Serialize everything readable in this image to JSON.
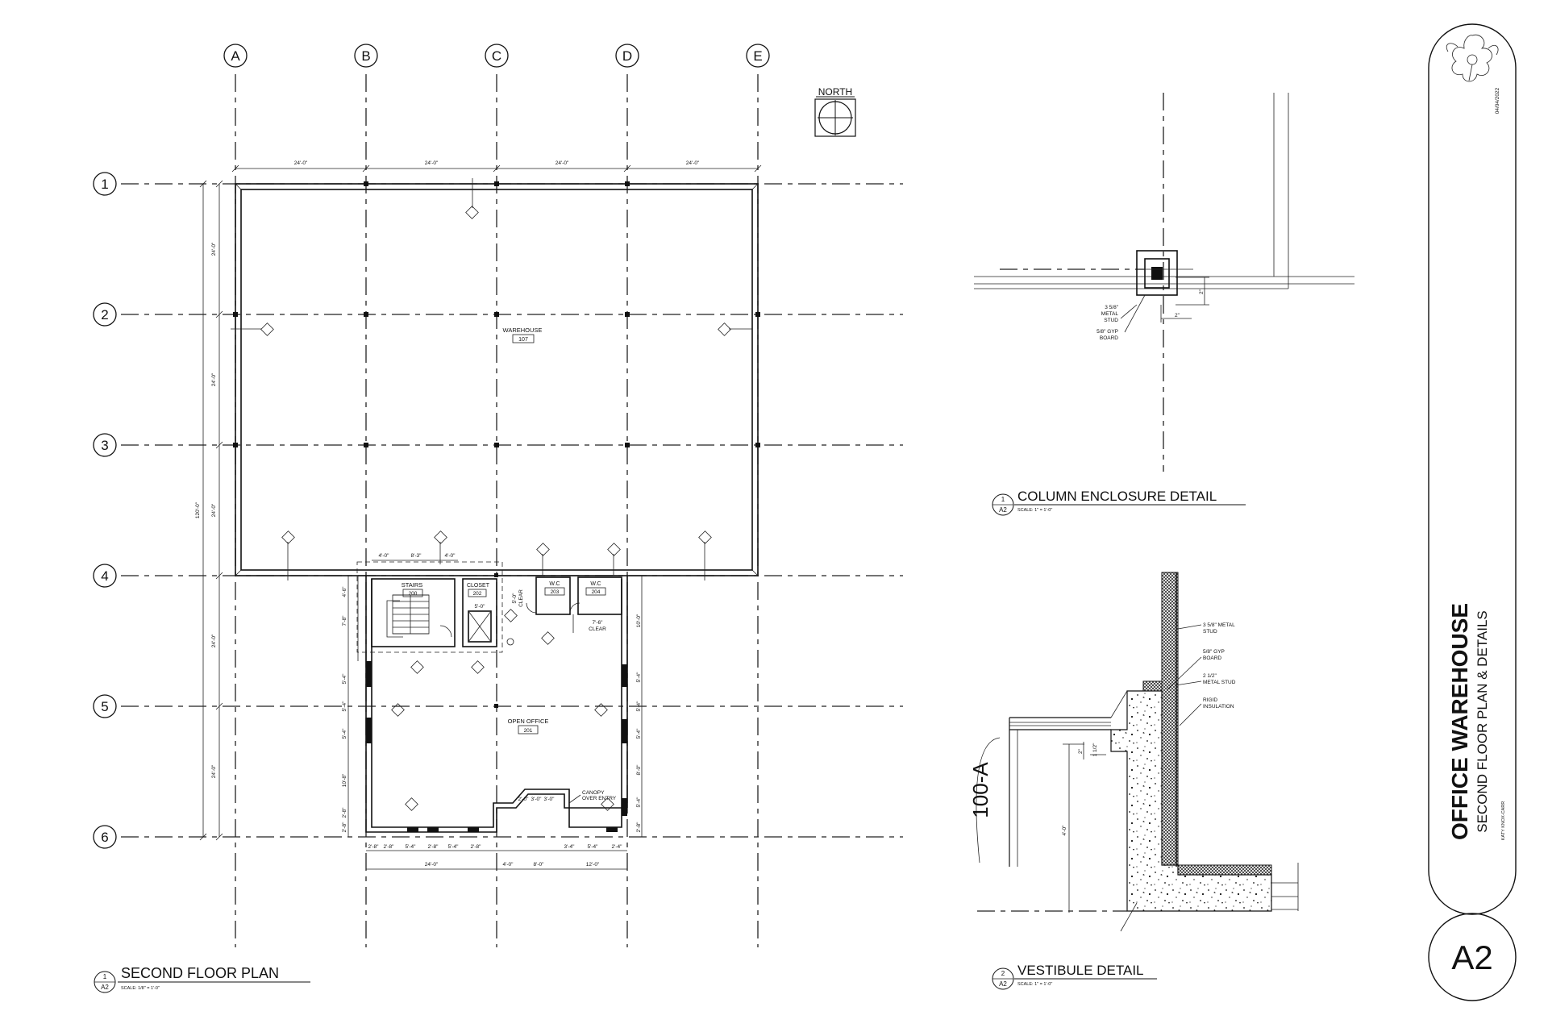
{
  "grid": {
    "columns": [
      "A",
      "B",
      "C",
      "D",
      "E"
    ],
    "rows": [
      "1",
      "2",
      "3",
      "4",
      "5",
      "6"
    ]
  },
  "north_label": "NORTH",
  "plan": {
    "dims_top": [
      "24'-0\"",
      "24'-0\"",
      "24'-0\"",
      "24'-0\""
    ],
    "dims_left": [
      "24'-0\"",
      "24'-0\"",
      "24'-0\"",
      "24'-0\"",
      "24'-0\""
    ],
    "overall_dim": "120'-0\"",
    "warehouse": {
      "name": "WAREHOUSE",
      "number": "107"
    },
    "stairs": {
      "name": "STAIRS",
      "number": "200"
    },
    "closet": {
      "name": "CLOSET",
      "number": "202"
    },
    "wc1": {
      "name": "W.C",
      "number": "203"
    },
    "wc2": {
      "name": "W.C",
      "number": "204"
    },
    "open_office": {
      "name": "OPEN OFFICE",
      "number": "201"
    },
    "canopy_note": [
      "CANOPY",
      "OVER ENTRY"
    ],
    "clear_note_1": [
      "5'-0\"",
      "CLEAR"
    ],
    "clear_note_2": [
      "7'-6\"",
      "CLEAR"
    ],
    "elev_dim": "5'-0\"",
    "stair_dims": [
      "4'-0\"",
      "8'-3\"",
      "4'-0\""
    ],
    "left_dims": [
      "4'-6\"",
      "7'-8\"",
      "5'-4\"",
      "5'-4\"",
      "5'-4\"",
      "10'-8\"",
      "2'-8\"",
      "2'-8\""
    ],
    "right_dims": [
      "10'-0\"",
      "5'-4\"",
      "5'-4\"",
      "5'-4\"",
      "8'-0\"",
      "5'-4\"",
      "2'-8\""
    ],
    "bottom_dims_1": [
      "2'-8\"",
      "2'-8\"",
      "5'-4\"",
      "2'-8\"",
      "5'-4\"",
      "2'-8\"",
      "2'-0\"",
      "3'-0\"",
      "3'-0\"",
      "3'-4\"",
      "5'-4\"",
      "2'-4\""
    ],
    "bottom_dims_2": [
      "24'-0\"",
      "4'-0\"",
      "8'-0\"",
      "12'-0\""
    ],
    "view_label": "SECOND FLOOR PLAN",
    "view_num": "1",
    "view_sheet": "A2",
    "view_scale": "SCALE: 1/8\" = 1'-0\""
  },
  "detail_column": {
    "notes": [
      "3 5/8\"",
      "METAL",
      "STUD",
      "5/8\" GYP",
      "BOARD"
    ],
    "dim_a": "2\"",
    "dim_b": "2\"",
    "title": "COLUMN ENCLOSURE DETAIL",
    "num": "1",
    "sheet": "A2",
    "scale": "SCALE: 1\" = 1'-0\""
  },
  "detail_vestibule": {
    "notes": [
      "3 5/8\" METAL",
      "STUD",
      "5/8\" GYP",
      "BOARD",
      "2 1/2\"",
      "METAL STUD",
      "RIGID",
      "INSULATION"
    ],
    "section_tag": "100-A",
    "dim_a": "2\"",
    "dim_b": "1 1/2\"",
    "dim_c": "4'-0\"",
    "title": "VESTIBULE DETAIL",
    "num": "2",
    "sheet": "A2",
    "scale": "SCALE: 1\" = 1'-0\""
  },
  "title_block": {
    "date": "04/04/2022",
    "project": "OFFICE WAREHOUSE",
    "sheet_title": "SECOND FLOOR PLAN & DETAILS",
    "author": "KATY KNOX-CARR",
    "sheet_number": "A2"
  }
}
